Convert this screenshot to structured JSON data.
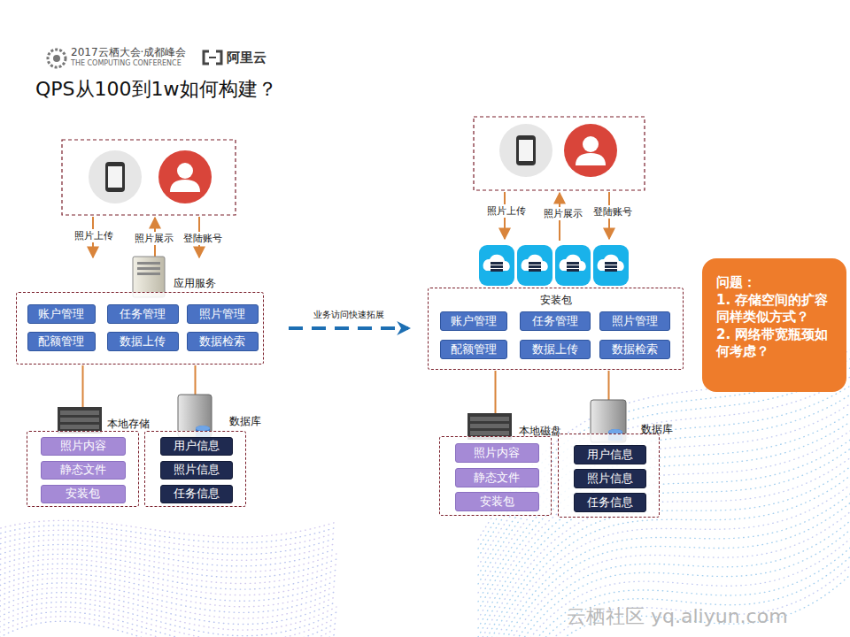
{
  "diagram": {
    "title": "QPS从100到1w如何构建？",
    "nodes": [
      {
        "text": [
          "应用服务"
        ]
      },
      {
        "text": [
          "账户管理"
        ],
        "in": 0
      },
      {
        "text": [
          "任务管理"
        ],
        "in": 0
      },
      {
        "text": [
          "照片管理"
        ],
        "in": 0
      },
      {
        "text": [
          "配额管理"
        ],
        "in": 0
      },
      {
        "text": [
          "数据上传"
        ],
        "in": 0
      },
      {
        "text": [
          "数据检索"
        ],
        "in": 0
      },
      {
        "text": [
          "本地存储"
        ]
      },
      {
        "text": [
          "照片内容"
        ],
        "in": 7
      },
      {
        "text": [
          "静态文件"
        ],
        "in": 7
      },
      {
        "text": [
          "安装包"
        ],
        "in": 7
      },
      {
        "text": [
          "数据库"
        ]
      },
      {
        "text": [
          "用户信息"
        ],
        "in": 11
      },
      {
        "text": [
          "照片信息"
        ],
        "in": 11
      },
      {
        "text": [
          "任务信息"
        ],
        "in": 11
      },
      {
        "text": [
          "安装包"
        ]
      },
      {
        "text": [
          "账户管理"
        ],
        "in": 15
      },
      {
        "text": [
          "任务管理"
        ],
        "in": 15
      },
      {
        "text": [
          "照片管理"
        ],
        "in": 15
      },
      {
        "text": [
          "配额管理"
        ],
        "in": 15
      },
      {
        "text": [
          "数据上传"
        ],
        "in": 15
      },
      {
        "text": [
          "数据检索"
        ],
        "in": 15
      },
      {
        "text": [
          "本地磁盘"
        ]
      },
      {
        "text": [
          "照片内容"
        ],
        "in": 22
      },
      {
        "text": [
          "静态文件"
        ],
        "in": 22
      },
      {
        "text": [
          "安装包"
        ],
        "in": 22
      },
      {
        "text": [
          "数据库"
        ]
      },
      {
        "text": [
          "用户信息"
        ],
        "in": 26
      },
      {
        "text": [
          "照片信息"
        ],
        "in": 26
      },
      {
        "text": [
          "任务信息"
        ],
        "in": 26
      },
      {
        "text": [
          "问题：",
          "1. 存储空间的扩容同样类似方式？",
          "2. 网络带宽瓶颈如何考虑？"
        ]
      }
    ],
    "edges": [
      {
        "from": 0,
        "to": 7,
        "arrow": "to"
      },
      {
        "from": 0,
        "to": 11,
        "arrow": "to"
      },
      {
        "from": 15,
        "to": 22,
        "arrow": "to"
      },
      {
        "from": 15,
        "to": 26,
        "arrow": "to"
      },
      {
        "from": 0,
        "to": 15,
        "label": "业务访问快速拓展",
        "arrow": "to"
      }
    ],
    "labels": [
      "2017云栖大会·成都峰会",
      "THE COMPUTING CONFERENCE",
      "阿里云",
      "照片上传",
      "照片展示",
      "登陆账号",
      "照片上传",
      "照片展示",
      "登陆账号",
      "云栖社区 yq.aliyun.com"
    ]
  }
}
